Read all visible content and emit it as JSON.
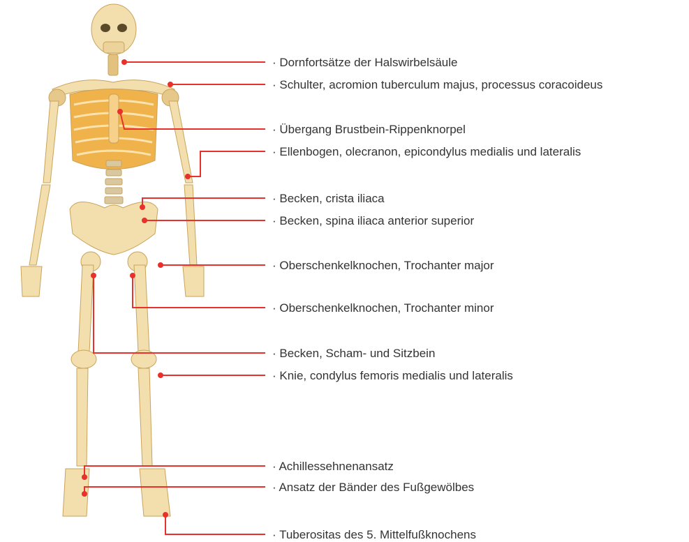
{
  "colors": {
    "accent": "#e8312a",
    "bone": "#f3dfae",
    "bone_shadow": "#d9b46a",
    "rib": "#f0b24a",
    "text": "#333333"
  },
  "labels": [
    "· Dornfortsätze der Halswirbelsäule",
    "· Schulter, acromion tuberculum majus, processus coracoideus",
    "· Übergang Brustbein-Rippenknorpel",
    "· Ellenbogen, olecranon, epicondylus medialis und lateralis",
    "· Becken, crista iliaca",
    "· Becken, spina iliaca anterior superior",
    "· Oberschenkelknochen, Trochanter major",
    "· Oberschenkelknochen, Trochanter minor",
    "· Becken, Scham- und Sitzbein",
    "· Knie, condylus femoris medialis und lateralis",
    "· Achillessehnenansatz",
    "· Ansatz der Bänder des Fußgewölbes",
    "· Tuberositas des 5. Mittelfußknochens"
  ]
}
